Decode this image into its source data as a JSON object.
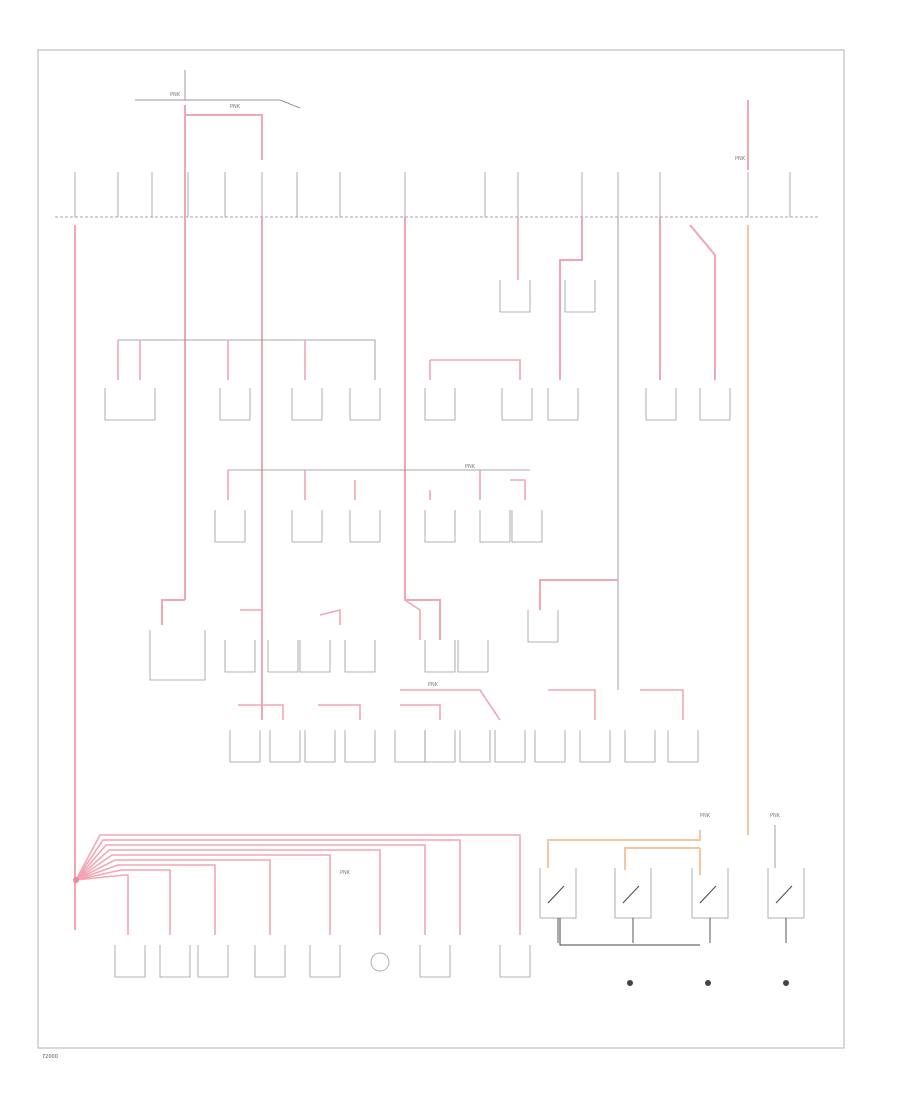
{
  "diagram": {
    "colors": {
      "wire_pink": "#f2a6b4",
      "wire_orange": "#f5c7a0",
      "line_gray": "#8a8a8a",
      "dark": "#444444",
      "border": "#bbbbbb"
    },
    "wire_labels": {
      "w1": "PNK",
      "w2": "PNK",
      "w3": "PNK",
      "w4": "PNK",
      "w5": "PNK",
      "w6": "PNK",
      "w7": "PNK",
      "w8": "PNK"
    },
    "footer": {
      "ref": "72000"
    }
  }
}
